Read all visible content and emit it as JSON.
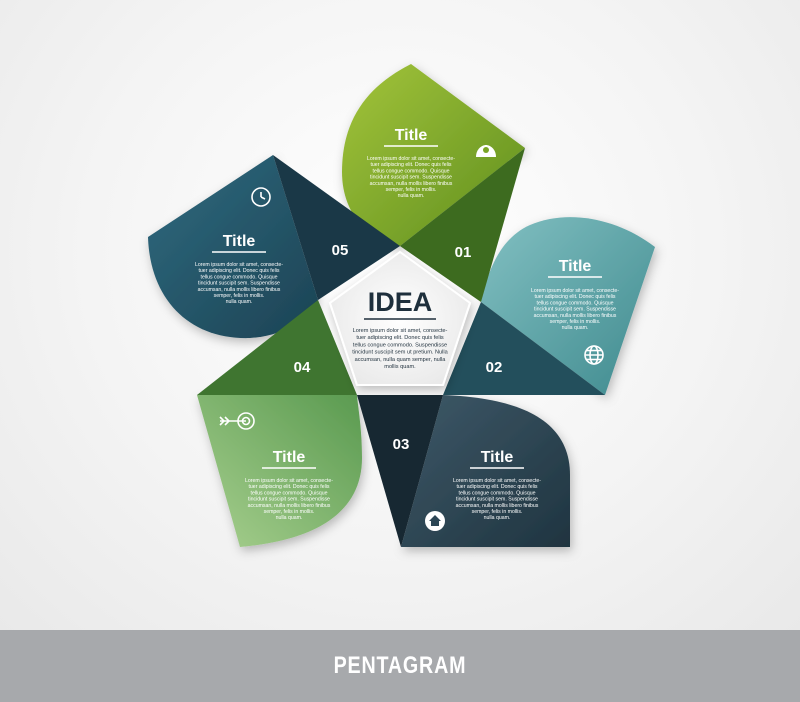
{
  "center": {
    "title": "IDEA",
    "body": [
      "Lorem ipsum dolor sit amet, consecte-",
      "tuer adipiscing elit. Donec quis felis",
      "tellus congue commodo. Suspendisse",
      "tincidunt suscipit sem ut pretium. Nulla",
      "accumsan, nulla quam semper, nulla",
      "mollis quam."
    ]
  },
  "segments": [
    {
      "number": "01",
      "title": "Title",
      "icon": "person-icon",
      "color": "#8bb22b",
      "body": [
        "Lorem ipsum dolor sit amet, consecte-",
        "tuer adipiscing elit. Donec quis felis",
        "tellus congue commodo. Quisque",
        "tincidunt suscipit sem. Suspendisse",
        "accumsan, nulla mollis libero finibus",
        "semper, felis in mollis.",
        "nulla quam."
      ]
    },
    {
      "number": "02",
      "title": "Title",
      "icon": "globe-icon",
      "color": "#6aabad",
      "body": [
        "Lorem ipsum dolor sit amet, consecte-",
        "tuer adipiscing elit. Donec quis felis",
        "tellus congue commodo. Quisque",
        "tincidunt suscipit sem. Suspendisse",
        "accumsan, nulla mollis libero finibus",
        "semper, felis in mollis.",
        "nulla quam."
      ]
    },
    {
      "number": "03",
      "title": "Title",
      "icon": "home-icon",
      "color": "#2c4655",
      "body": [
        "Lorem ipsum dolor sit amet, consecte-",
        "tuer adipiscing elit. Donec quis felis",
        "tellus congue commodo. Quisque",
        "tincidunt suscipit sem. Suspendisse",
        "accumsan, nulla mollis libero finibus",
        "semper, felis in mollis.",
        "nulla quam."
      ]
    },
    {
      "number": "04",
      "title": "Title",
      "icon": "target-icon",
      "color": "#79b16e",
      "body": [
        "Lorem ipsum dolor sit amet, consecte-",
        "tuer adipiscing elit. Donec quis felis",
        "tellus congue commodo. Quisque",
        "tincidunt suscipit sem. Suspendisse",
        "accumsan, nulla mollis libero finibus",
        "semper, felis in mollis.",
        "nulla quam."
      ]
    },
    {
      "number": "05",
      "title": "Title",
      "icon": "clock-icon",
      "color": "#2a5d70",
      "body": [
        "Lorem ipsum dolor sit amet, consecte-",
        "tuer adipiscing elit. Donec quis felis",
        "tellus congue commodo. Quisque",
        "tincidunt suscipit sem. Suspendisse",
        "accumsan, nulla mollis libero finibus",
        "semper, felis in mollis.",
        "nulla quam."
      ]
    }
  ],
  "footer": {
    "label": "PENTAGRAM"
  }
}
